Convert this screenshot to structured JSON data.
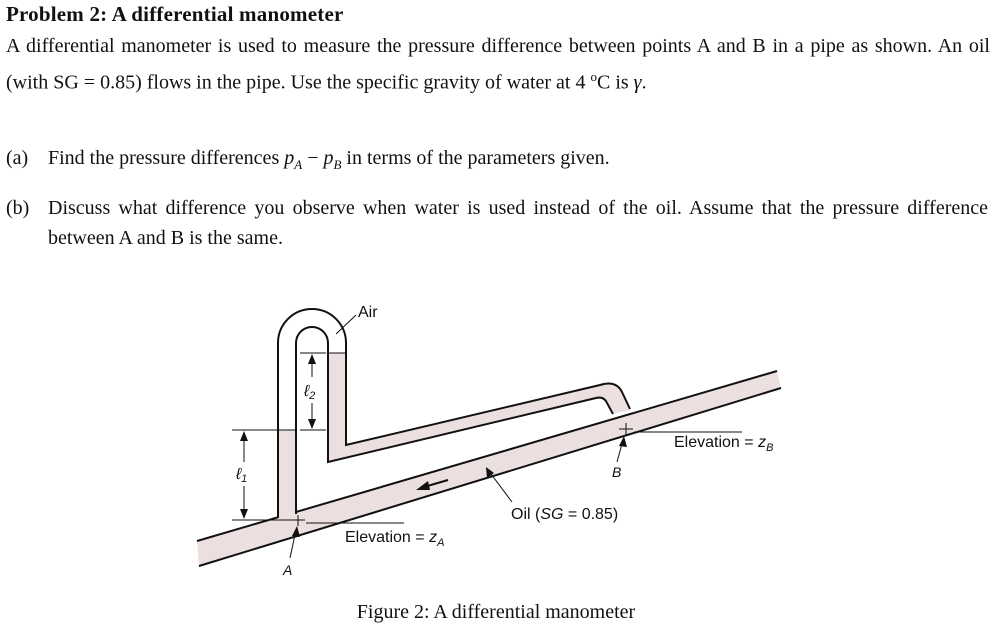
{
  "problem": {
    "title": "Problem 2: A differential manometer",
    "statement_part1": "A differential manometer is used to measure the pressure difference between points A and B in a pipe as shown. An oil (with SG = 0.85) flows in the pipe. Use the specific gravity of water at 4 ",
    "statement_degree": "o",
    "statement_part2": "C is ",
    "statement_gamma": "γ",
    "statement_end": "."
  },
  "questions": [
    {
      "label": "(a)",
      "text_before": "Find the pressure differences ",
      "pA": "p",
      "pA_sub": "A",
      "minus": " − ",
      "pB": "p",
      "pB_sub": "B",
      "text_after": " in terms of the parameters given."
    },
    {
      "label": "(b)",
      "text": "Discuss what difference you observe when water is used instead of the oil. Assume that the pressure difference between A and B is the same."
    }
  ],
  "figure": {
    "label_air": "Air",
    "label_l2": "ℓ",
    "label_l2_sub": "2",
    "label_l1": "ℓ",
    "label_l1_sub": "1",
    "label_elev_b": "Elevation = ",
    "label_zb": "z",
    "label_zb_sub": "B",
    "label_elev_a": "Elevation = ",
    "label_za": "z",
    "label_za_sub": "A",
    "label_oil_pre": "Oil (",
    "label_oil_sg": "SG",
    "label_oil_post": " = 0.85)",
    "label_b": "B",
    "label_a": "A",
    "caption": "Figure 2: A differential manometer",
    "colors": {
      "fluid": "#ecdfe0",
      "stroke": "#111111"
    }
  }
}
